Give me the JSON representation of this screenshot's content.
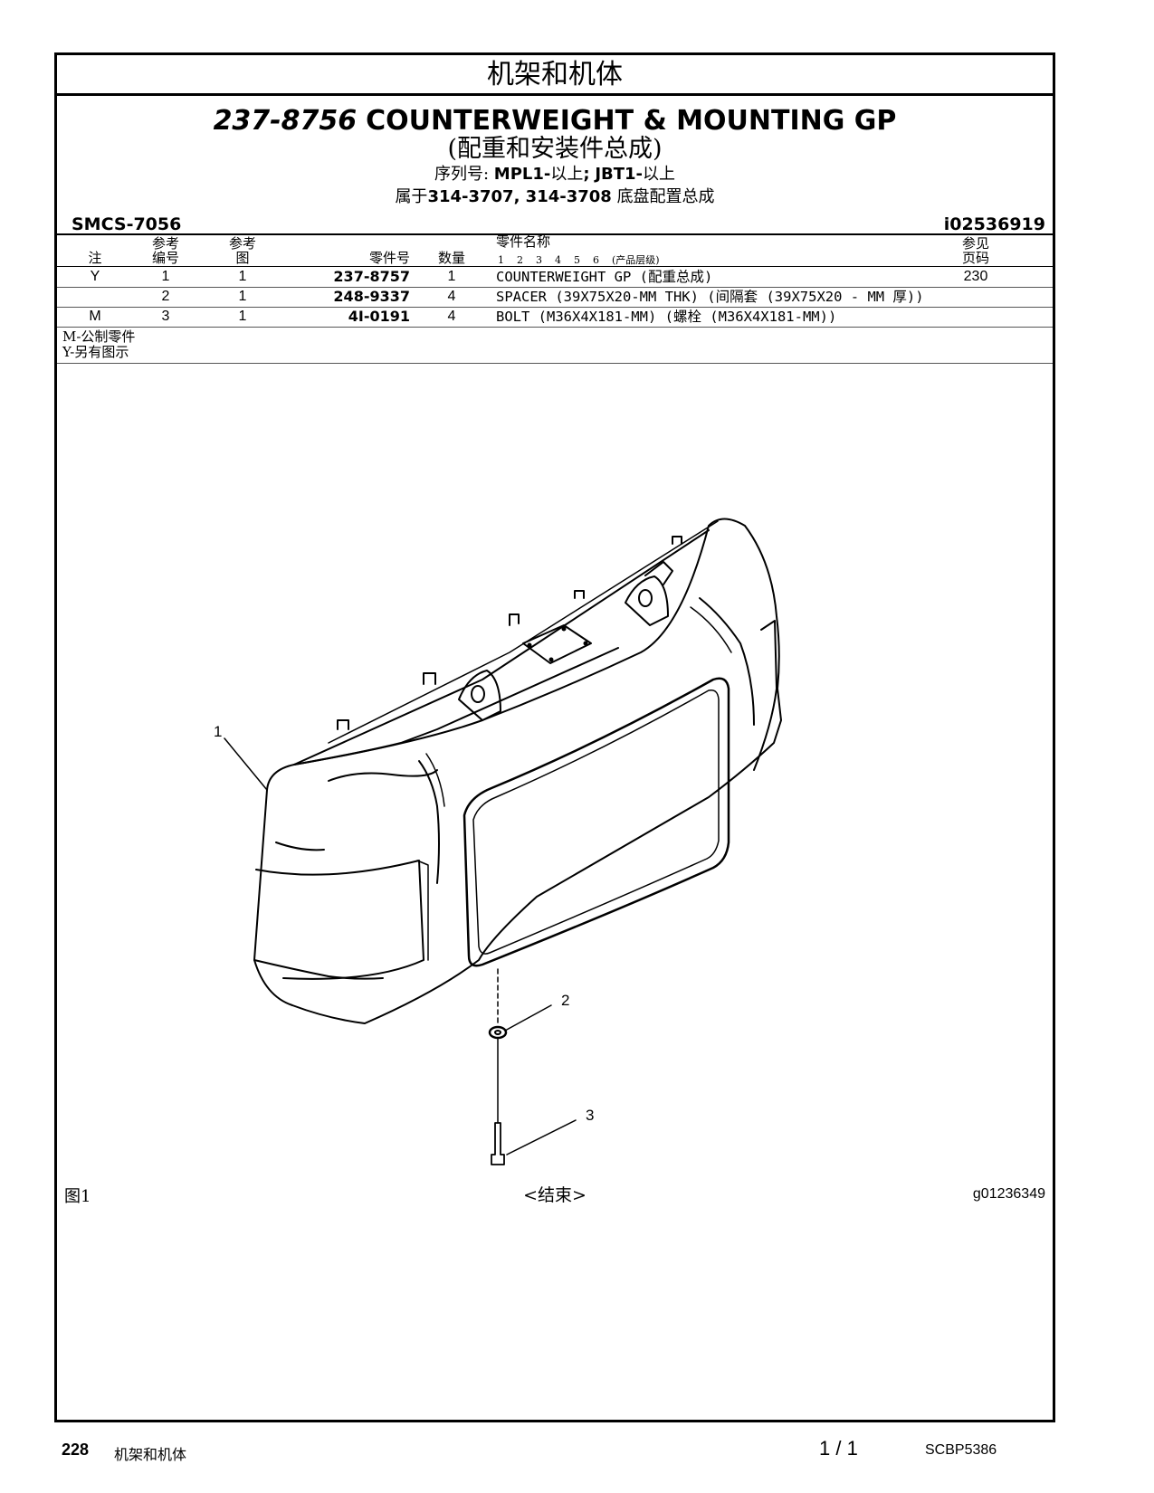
{
  "section_title": "机架和机体",
  "header": {
    "part_number": "237-8756",
    "title_en": "COUNTERWEIGHT & MOUNTING GP",
    "title_cn": "(配重和安装件总成)",
    "serial_prefix": "序列号:",
    "serial_1": "MPL1-",
    "serial_1_suffix": "以上",
    "serial_sep": ";",
    "serial_2": "JBT1-",
    "serial_2_suffix": "以上",
    "belongs_prefix": "属于",
    "belongs_parts": "314-3707, 314-3708",
    "belongs_suffix": "底盘配置总成"
  },
  "smcs": "SMCS-7056",
  "illustration_id": "i02536919",
  "columns": {
    "note": "注",
    "ref_top": "参考",
    "ref_bottom": "编号",
    "fig_top": "参考",
    "fig_bottom": "图",
    "part_no": "零件号",
    "qty": "数量",
    "name": "零件名称",
    "levels": [
      "1",
      "2",
      "3",
      "4",
      "5",
      "6"
    ],
    "levels_label": "(产品层级)",
    "page_top": "参见",
    "page_bottom": "页码"
  },
  "rows": [
    {
      "note": "Y",
      "ref": "1",
      "fig": "1",
      "part_no": "237-8757",
      "qty": "1",
      "name": "COUNTERWEIGHT GP (配重总成)",
      "page": "230"
    },
    {
      "note": "",
      "ref": "2",
      "fig": "1",
      "part_no": "248-9337",
      "qty": "4",
      "name": "SPACER (39X75X20-MM THK) (间隔套 (39X75X20 - MM 厚))",
      "page": ""
    },
    {
      "note": "M",
      "ref": "3",
      "fig": "1",
      "part_no": "4I-0191",
      "qty": "4",
      "name": "BOLT (M36X4X181-MM) (螺栓 (M36X4X181-MM))",
      "page": ""
    }
  ],
  "legend": [
    "M-公制零件",
    "Y-另有图示"
  ],
  "figure": {
    "label": "图1",
    "end_text": "<结束>",
    "graphic_id": "g01236349",
    "callouts": [
      "1",
      "2",
      "3"
    ]
  },
  "footer": {
    "page_number": "228",
    "section": "机架和机体",
    "page_of": "1 / 1",
    "doc_id": "SCBP5386"
  }
}
